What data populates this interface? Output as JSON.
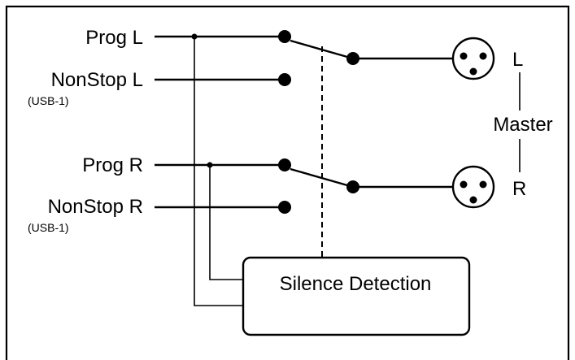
{
  "inputs": {
    "prog_l": "Prog L",
    "nonstop_l": "NonStop L",
    "nonstop_l_sub": "(USB-1)",
    "prog_r": "Prog R",
    "nonstop_r": "NonStop R",
    "nonstop_r_sub": "(USB-1)"
  },
  "outputs": {
    "left": "L",
    "right": "R",
    "master": "Master"
  },
  "detector": {
    "label": "Silence Detection"
  }
}
